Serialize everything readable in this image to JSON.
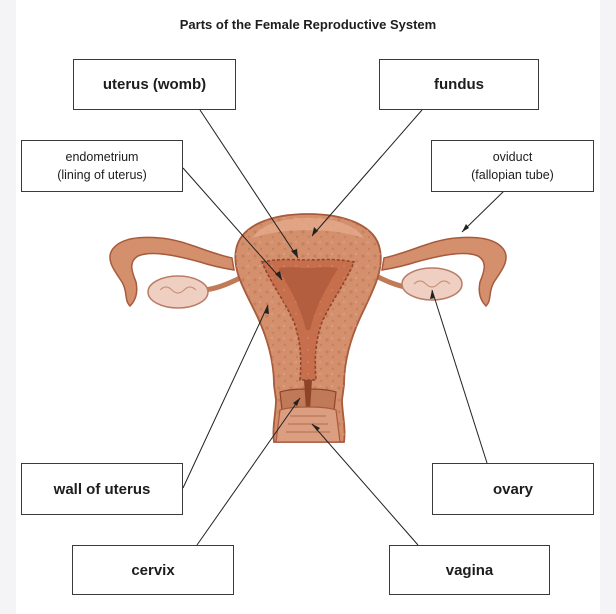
{
  "title": "Parts of the Female Reproductive System",
  "labels": {
    "uterus": "uterus (womb)",
    "fundus": "fundus",
    "endometrium_line1": "endometrium",
    "endometrium_line2": "(lining of uterus)",
    "oviduct_line1": "oviduct",
    "oviduct_line2": "(fallopian tube)",
    "wall": "wall of uterus",
    "ovary": "ovary",
    "cervix": "cervix",
    "vagina": "vagina"
  },
  "colors": {
    "tissue": "#d4906d",
    "tissue_dark": "#a85a3c",
    "lining": "#c76e4c",
    "ovary": "#f0cfc3",
    "line": "#222222"
  }
}
